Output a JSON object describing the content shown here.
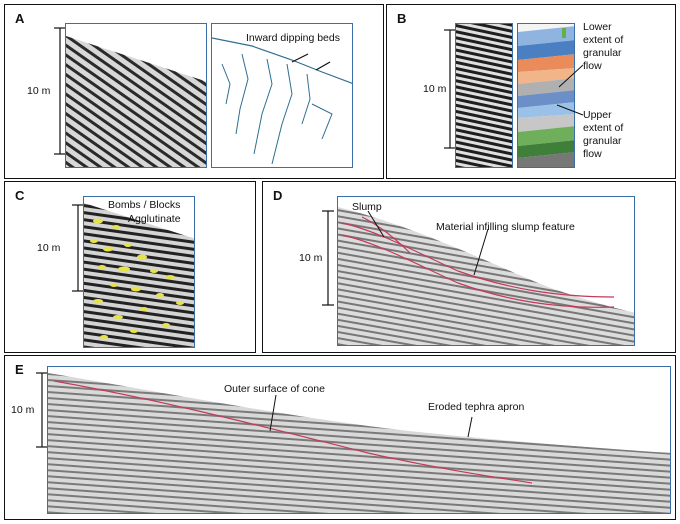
{
  "panels": {
    "a": {
      "label": "A",
      "scale": "10 m",
      "annotation": "Inward dipping beds"
    },
    "b": {
      "label": "B",
      "scale": "10 m",
      "annotation_lower": "Lower\nextent of\ngranular\nflow",
      "annotation_upper": "Upper\nextent of\ngranular\nflow"
    },
    "c": {
      "label": "C",
      "scale": "10 m",
      "annotation_1": "Bombs / Blocks",
      "annotation_2": "Agglutinate"
    },
    "d": {
      "label": "D",
      "scale": "10 m",
      "annotation_1": "Slump",
      "annotation_2": "Material infilling slump feature"
    },
    "e": {
      "label": "E",
      "scale": "10 m",
      "annotation_1": "Outer surface of cone",
      "annotation_2": "Eroded tephra apron"
    }
  },
  "colors": {
    "frame_border": "#3a6ea8",
    "trace_line": "#2f6f92",
    "slump_outline": "#c43a5a",
    "yellow_marks": "#e6e24a"
  }
}
